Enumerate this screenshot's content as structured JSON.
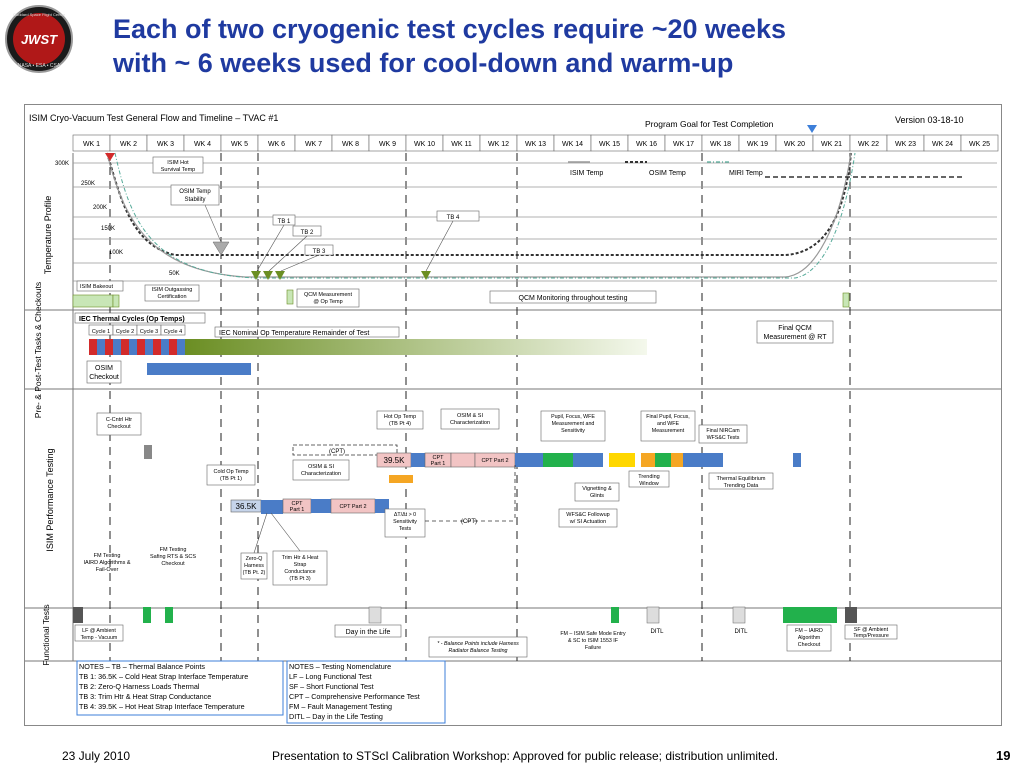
{
  "title": {
    "line1": "Each of two cryogenic test cycles require ~20 weeks",
    "line2": "with ~ 6 weeks used for cool-down and warm-up"
  },
  "logo": {
    "top_text": "Goddard Space Flight Center",
    "main_text": "JWST",
    "bottom_text": "NASA • ESA • CSA"
  },
  "chart": {
    "header": "ISIM Cryo-Vacuum Test General Flow and Timeline – TVAC #1",
    "goal": "Program Goal for Test Completion",
    "version": "Version 03-18-10",
    "weeks": [
      "WK 1",
      "WK 2",
      "WK 3",
      "WK 4",
      "WK 5",
      "WK 6",
      "WK 7",
      "WK 8",
      "WK 9",
      "WK 10",
      "WK 11",
      "WK 12",
      "WK 13",
      "WK 14",
      "WK 15",
      "WK 16",
      "WK 17",
      "WK 18",
      "WK 19",
      "WK 20",
      "WK 21",
      "WK 22",
      "WK 23",
      "WK 24",
      "WK 25"
    ],
    "sections": {
      "temp": "Temperature Profile",
      "pre": "Pre- & Post-Test Tasks & Checkouts",
      "perf": "ISIM Performance Testing",
      "func": "Functional Tests"
    },
    "temps": [
      "300K",
      "250K",
      "200K",
      "150K",
      "100K",
      "50K"
    ],
    "legend": {
      "isim": "ISIM Temp",
      "osim": "OSIM Temp",
      "miri": "MIRI Temp"
    },
    "temp_labels": {
      "survival": "ISIM Hot Survival Temp",
      "stability": "OSIM Temp Stability",
      "tb1": "TB 1",
      "tb2": "TB 2",
      "tb3": "TB 3",
      "tb4": "TB 4",
      "bakeout": "ISIM Bakeout",
      "outgassing": "ISIM Outgassing Certification",
      "qcm1": "QCM Measurement @ Op Temp",
      "qcm2": "QCM Monitoring throughout testing"
    },
    "pre": {
      "iec": "IEC Thermal Cycles (Op Temps)",
      "cycles": [
        "Cycle 1",
        "Cycle 2",
        "Cycle 3",
        "Cycle 4"
      ],
      "nominal": "IEC Nominal Op Temperature Remainder of Test",
      "osim": "OSIM Checkout",
      "final_qcm": "Final QCM Measurement @ RT"
    },
    "perf": {
      "cctrl": "C-Cntrl Htr Checkout",
      "cold": "Cold Op Temp (TB Pt 1)",
      "t365": "36.5K",
      "cpt": "(CPT)",
      "osim_si_char": "OSIM & SI Characterization",
      "cpt_part1": "CPT Part 1",
      "cpt_part2": "CPT Part 2",
      "zeroq": "Zero-Q Harness (TB Pt. 2)",
      "trim": "Trim Htr & Heat Strap Conductance (TB Pt 3)",
      "hot": "Hot Op Temp (TB Pt 4)",
      "osim_si": "OSIM & SI Characterization",
      "t395": "39.5K",
      "pupil": "Pupil, Focus, WFE Measurement and Sensitivity",
      "final_pupil": "Final Pupil, Focus, and WFE Measurement",
      "final_nircam": "Final NIRCam WFS&C Tests",
      "trending": "Trending Window",
      "equilibrium": "Thermal Equilibrium Trending Data",
      "vignetting": "Vignetting & Glints",
      "wfsc": "WFS&C Followup w/ SI Actuation",
      "dtdt": "ΔT/Δt > 0 Sensitivity Tests",
      "cpt2": "(CPT)",
      "fm_itf": "FM Testing IAIRD Algorithms & Fail-Over",
      "fm_safe": "FM Testing Safing RTS & SCS Checkout"
    },
    "func": {
      "lf_ambient": "LF @ Ambient Temp - Vacuum",
      "day": "Day in the Life",
      "balance": "* - Balance Points include Harness Radiator Balance Testing",
      "fm_isim": "FM – ISIM Safe Mode Entry & SC to ISIM 1553 IF Failure",
      "ditl1": "DITL",
      "ditl2": "DITL",
      "fm_iaird": "FM – IAIRD Algorithm Checkout",
      "sf_ambient": "SF @ Ambient Temp/Pressure"
    },
    "notes_tb": [
      "NOTES – TB – Thermal Balance Points",
      "TB 1: 36.5K – Cold Heat Strap Interface Temperature",
      "TB 2: Zero-Q Harness Loads Thermal",
      "TB 3: Trim Htr & Heat Strap Conductance",
      "TB 4: 39.5K – Hot Heat Strap Interface Temperature"
    ],
    "notes_test": [
      "NOTES – Testing Nomenclature",
      "LF – Long Functional Test",
      "SF – Short Functional Test",
      "CPT – Comprehensive Performance Test",
      "FM – Fault Management Testing",
      "DITL – Day in the Life Testing"
    ]
  },
  "footer": {
    "date": "23 July 2010",
    "text": "Presentation to STScI Calibration Workshop: Approved for public release; distribution unlimited.",
    "page": "19"
  },
  "colors": {
    "title": "#1f3aa0",
    "blue_bar": "#4a7cc7",
    "green": "#22b14c",
    "dark_green": "#6b8e23",
    "red": "#d22b2b",
    "yellow": "#ffd700",
    "orange": "#f5a623",
    "pink": "#f2c4c4"
  }
}
